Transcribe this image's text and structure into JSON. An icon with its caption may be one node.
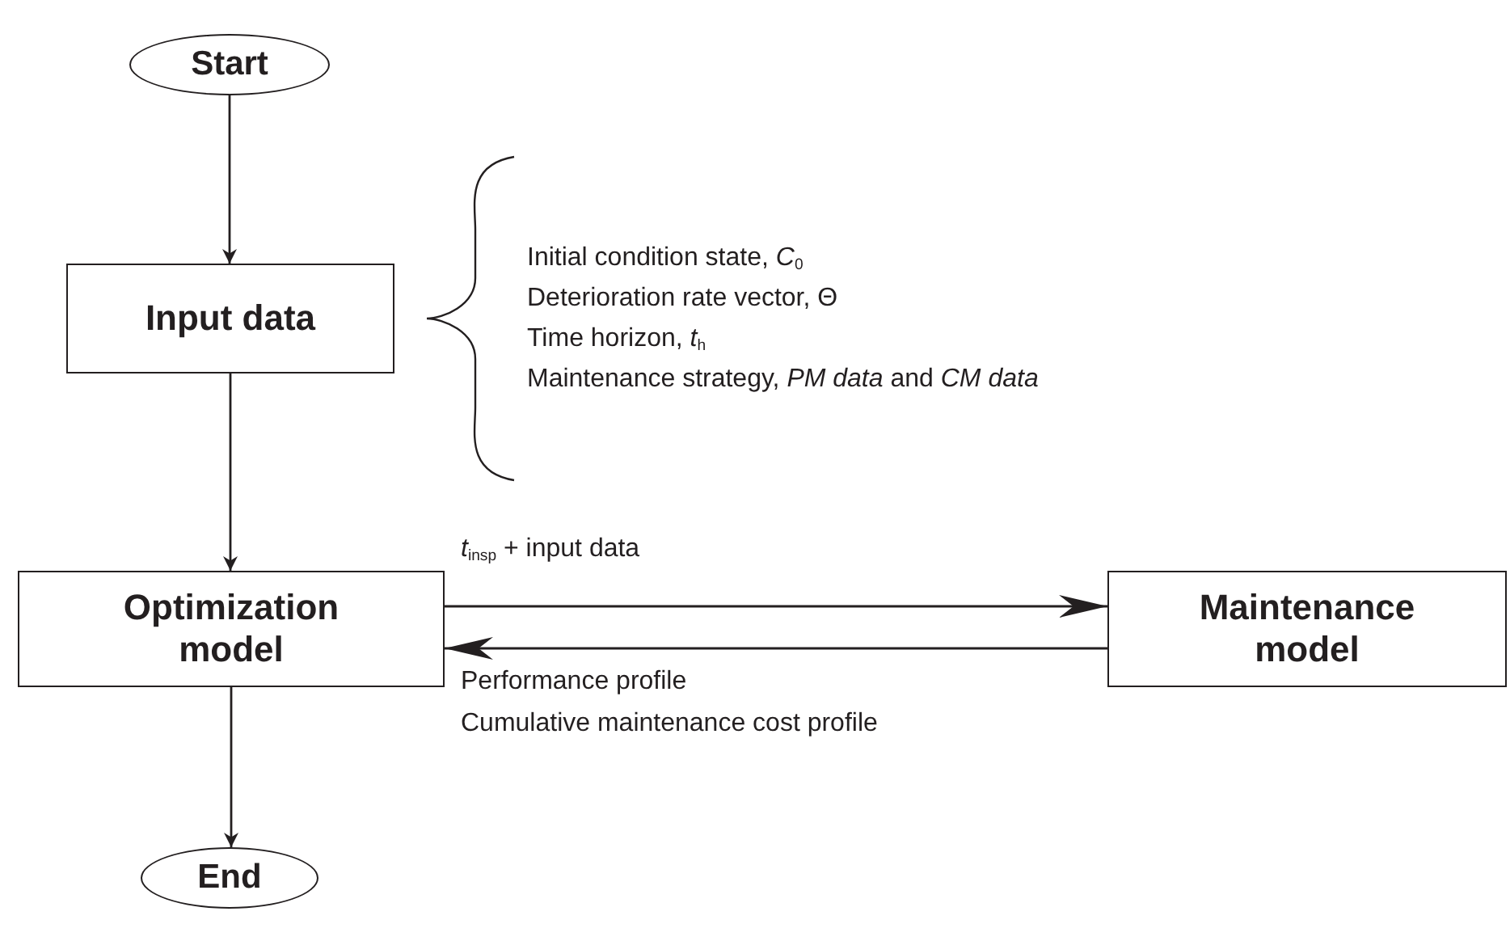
{
  "diagram": {
    "nodes": [
      {
        "text": [
          "Start"
        ]
      },
      {
        "text": [
          "Input data"
        ],
        "beside": [
          "Initial condition state, *C*$_{0}$",
          "Deterioration rate vector, Θ",
          "Time horizon, *t*$_{h}$",
          "Maintenance strategy, *PM data* and *CM data*"
        ]
      },
      {
        "text": [
          "Optimization model"
        ]
      },
      {
        "text": [
          "Maintenance model"
        ]
      },
      {
        "text": [
          "End"
        ]
      }
    ],
    "edges": [
      {
        "from": 0,
        "to": 1,
        "arrow": "to"
      },
      {
        "from": 1,
        "to": 2,
        "arrow": "to"
      },
      {
        "from": 2,
        "to": 3,
        "arrow": "to",
        "label": "*t*$_{insp}$ + input data"
      },
      {
        "from": 3,
        "to": 2,
        "arrow": "to",
        "label": "Performance profile Cumulative maintenance cost profile"
      },
      {
        "from": 2,
        "to": 4,
        "arrow": "to"
      }
    ]
  }
}
